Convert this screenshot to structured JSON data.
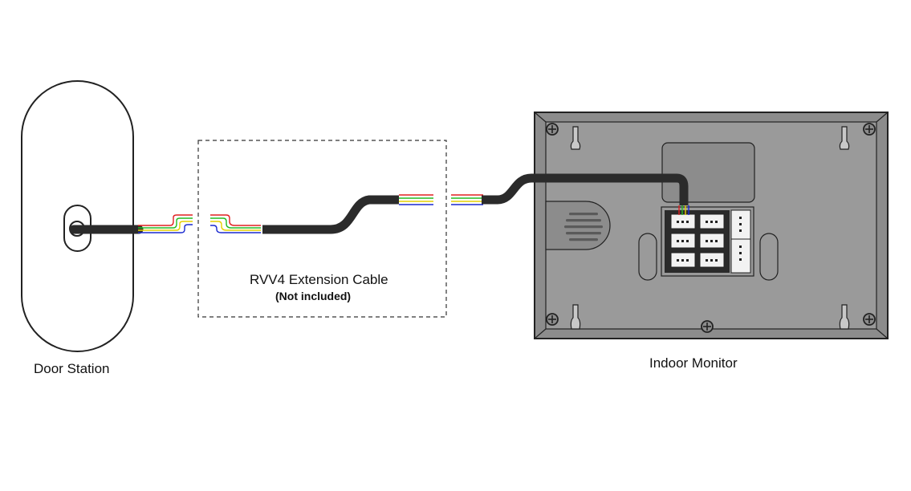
{
  "labels": {
    "door_station": "Door Station",
    "indoor_monitor": "Indoor Monitor",
    "extension_cable": "RVV4 Extension Cable",
    "extension_cable_note": "(Not included)"
  },
  "colors": {
    "outline": "#222222",
    "cable": "#2b2b2b",
    "monitor_body": "#8c8c8c",
    "monitor_inner": "#9a9a9a",
    "connector_white": "#f2f2f2",
    "wire_red": "#e02020",
    "wire_green": "#22bb22",
    "wire_yellow": "#e6d000",
    "wire_blue": "#1a2ad0",
    "dashed_box": "#333333"
  },
  "icons": {
    "door_station": "door-station-icon",
    "indoor_monitor": "indoor-monitor-icon",
    "screw": "screw-icon",
    "speaker": "speaker-grille-icon",
    "connector": "connector-port-icon"
  }
}
